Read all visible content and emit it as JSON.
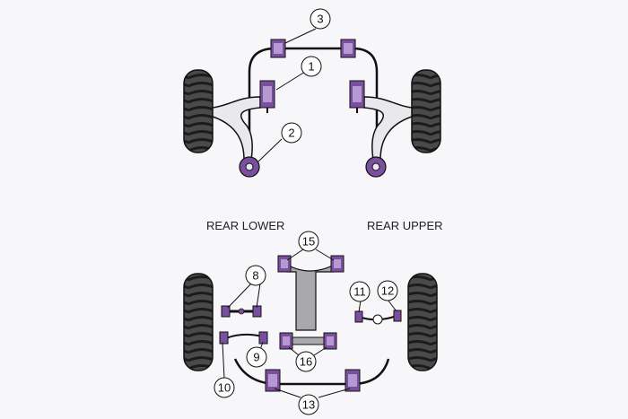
{
  "section_labels": {
    "rear_lower": "REAR LOWER",
    "rear_upper": "REAR UPPER"
  },
  "callouts": {
    "c1": "1",
    "c2": "2",
    "c3": "3",
    "c8": "8",
    "c9": "9",
    "c10": "10",
    "c11": "11",
    "c12": "12",
    "c13": "13",
    "c15": "15",
    "c16": "16"
  },
  "colors": {
    "bush_purple": "#7b4fa0",
    "bush_light": "#b49ad0",
    "tyre_dark": "#3a3a3a",
    "metal_grey": "#a9a9ab",
    "outline": "#111111"
  }
}
